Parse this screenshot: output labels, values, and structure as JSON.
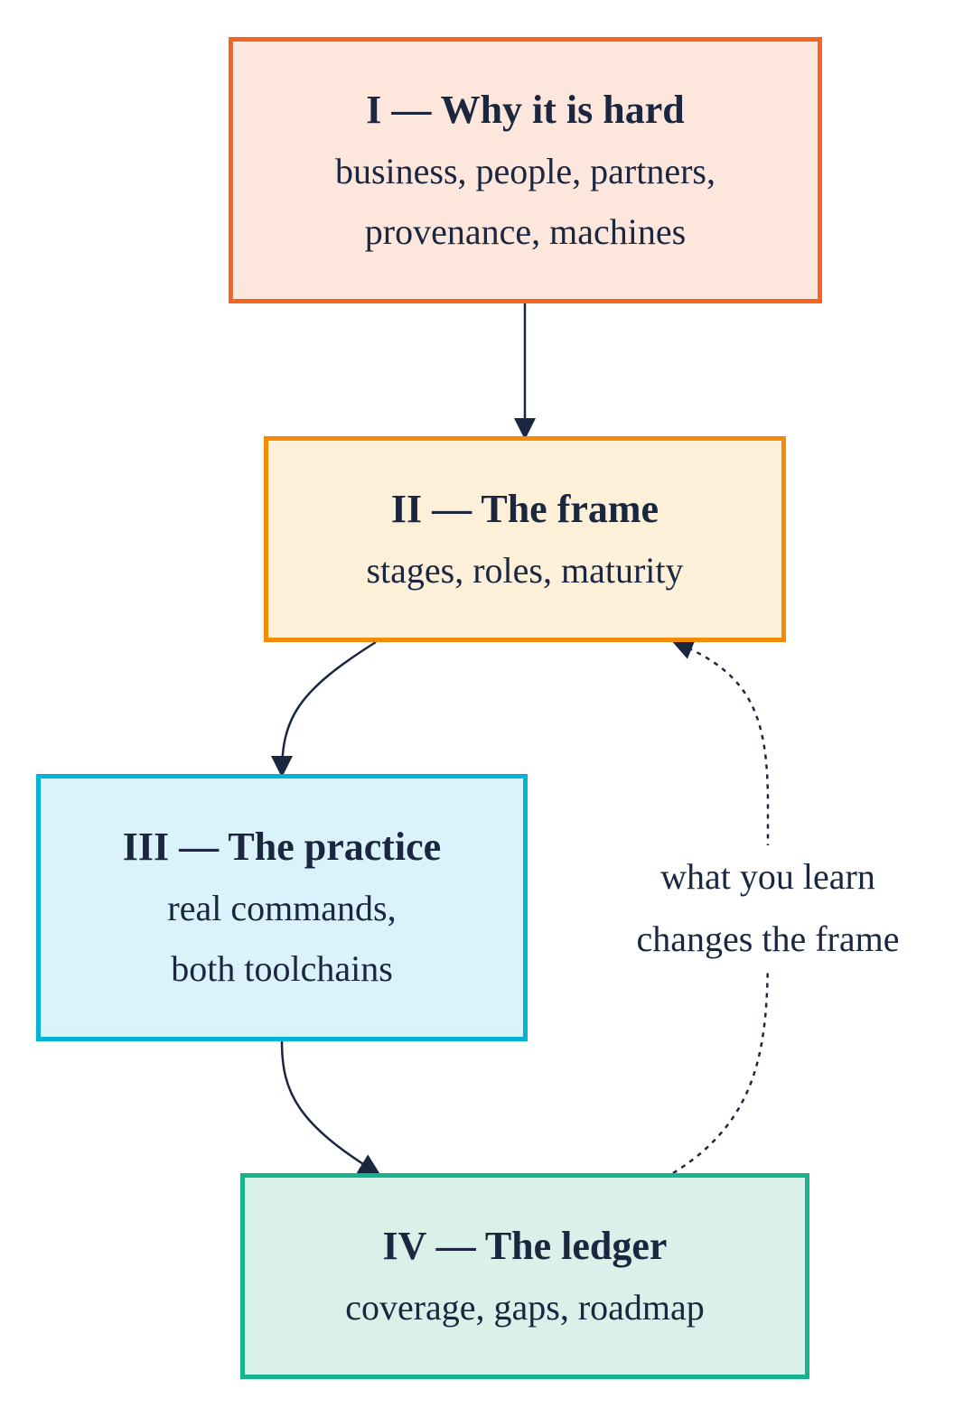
{
  "nodes": [
    {
      "title": "I — Why it is hard",
      "lines": [
        "business, people, partners,",
        "provenance, machines"
      ],
      "border_color": "#f26522",
      "fill_color": "#fde6dc"
    },
    {
      "title": "II — The frame",
      "lines": [
        "stages, roles, maturity"
      ],
      "border_color": "#f58a07",
      "fill_color": "#fdf0d8"
    },
    {
      "title": "III — The practice",
      "lines": [
        "real commands,",
        "both toolchains"
      ],
      "border_color": "#00b4d8",
      "fill_color": "#daf2f9"
    },
    {
      "title": "IV — The ledger",
      "lines": [
        "coverage, gaps, roadmap"
      ],
      "border_color": "#15b48c",
      "fill_color": "#d9f1e8"
    }
  ],
  "feedback_edge": {
    "label_lines": [
      "what you learn",
      "changes the frame"
    ]
  },
  "colors": {
    "edge": "#1b2740",
    "text": "#1b2740",
    "background": "#ffffff"
  }
}
